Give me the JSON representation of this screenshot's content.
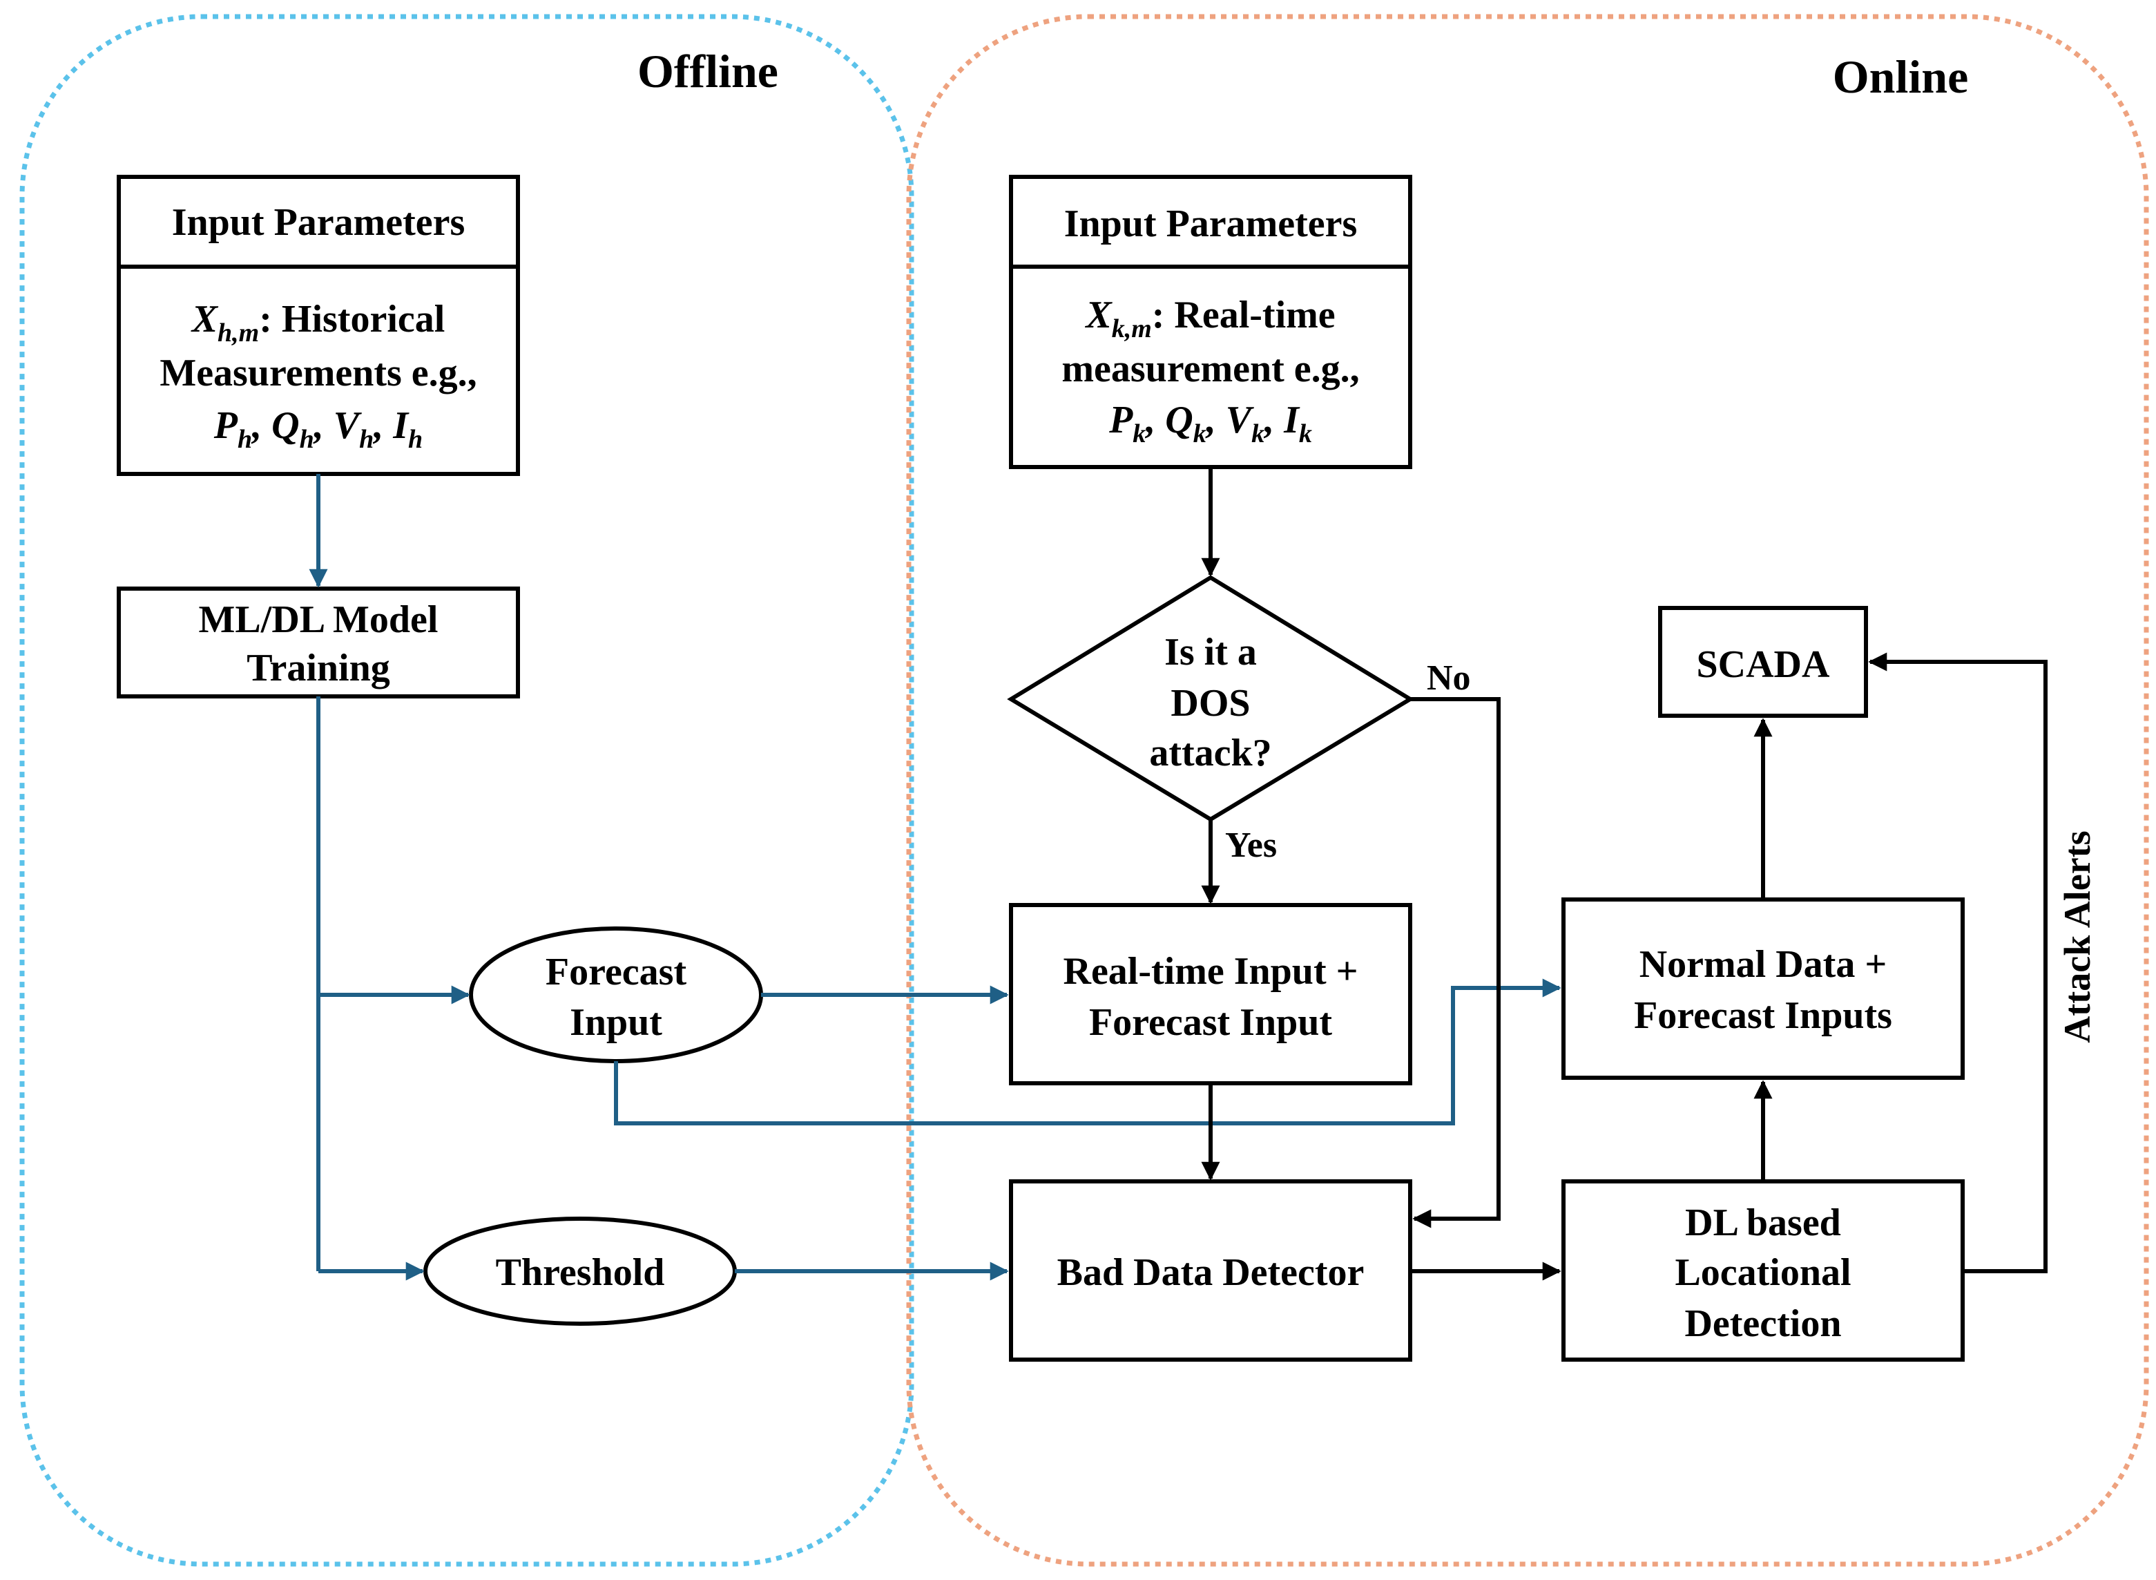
{
  "regions": {
    "offline_label": "Offline",
    "online_label": "Online",
    "offline_border_color": "#5bc2ea",
    "online_border_color": "#eea27f"
  },
  "offline": {
    "input_header": "Input Parameters",
    "input_var": "X",
    "input_var_sub": "h,m",
    "input_line1_rest": ": Historical",
    "input_line2": "Measurements e.g.,",
    "input_line3": "P_h, Q_h, V_h, I_h",
    "training_line1": "ML/DL Model",
    "training_line2": "Training",
    "forecast_line1": "Forecast",
    "forecast_line2": "Input",
    "threshold": "Threshold"
  },
  "online": {
    "input_header": "Input Parameters",
    "input_var": "X",
    "input_var_sub": "k,m",
    "input_line1_rest": ": Real-time",
    "input_line2": "measurement e.g.,",
    "input_line3": "P_k, Q_k, V_k, I_k",
    "decision_line1": "Is it a",
    "decision_line2": "DOS",
    "decision_line3": "attack?",
    "yes_label": "Yes",
    "no_label": "No",
    "realtime_line1": "Real-time Input +",
    "realtime_line2": "Forecast Input",
    "bad_data": "Bad Data Detector",
    "scada": "SCADA",
    "normal_line1": "Normal Data +",
    "normal_line2": "Forecast Inputs",
    "dl_line1": "DL based",
    "dl_line2": "Locational",
    "dl_line3": "Detection",
    "attack_alerts": "Attack Alerts"
  },
  "colors": {
    "offline_arrows": "#1f5f86",
    "online_arrows": "#000000"
  }
}
